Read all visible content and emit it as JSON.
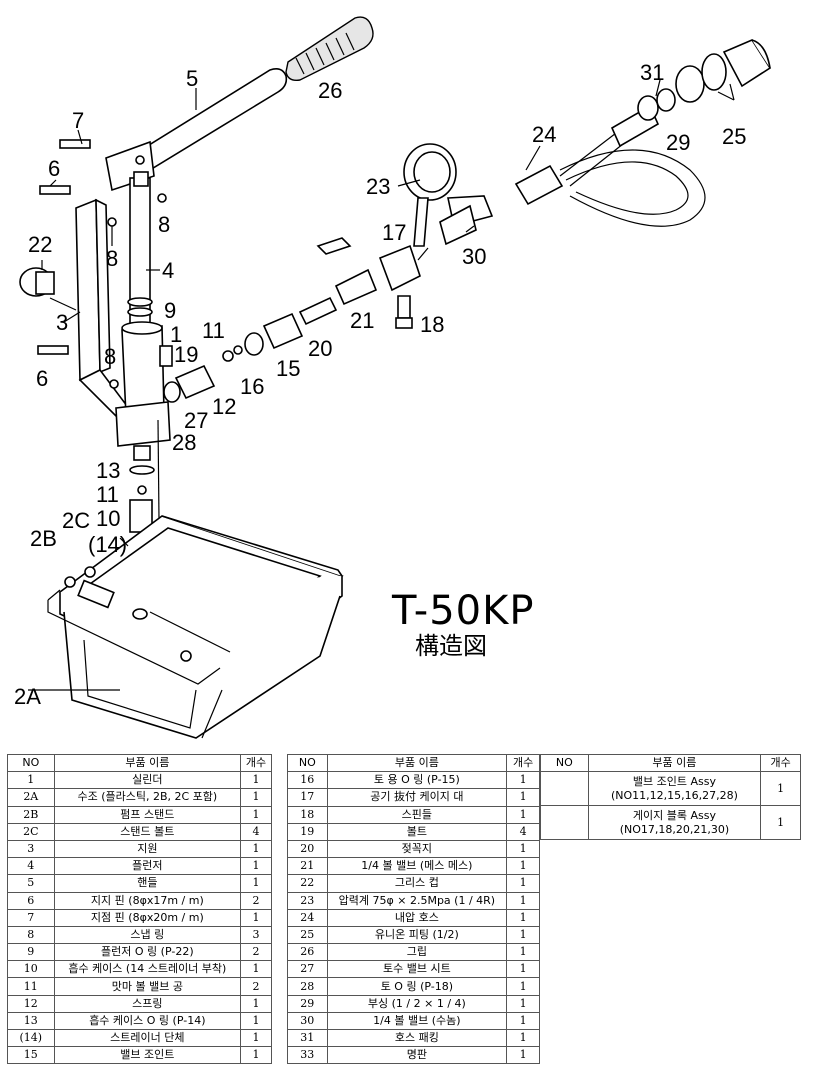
{
  "title": "T-50KP",
  "subtitle": "構造図",
  "callouts": [
    "5",
    "26",
    "7",
    "6",
    "8",
    "8",
    "22",
    "4",
    "9",
    "3",
    "1",
    "11",
    "19",
    "8",
    "6",
    "12",
    "16",
    "27",
    "28",
    "15",
    "20",
    "21",
    "18",
    "17",
    "23",
    "30",
    "24",
    "31",
    "29",
    "25",
    "13",
    "11",
    "10",
    "(14)",
    "2B",
    "2C",
    "2A"
  ],
  "table_headers": {
    "no": "NO",
    "name": "부품 이름",
    "qty": "개수"
  },
  "table1": [
    {
      "no": "1",
      "name": "실린더",
      "qty": "1"
    },
    {
      "no": "2A",
      "name": "수조 (플라스틱, 2B, 2C 포함)",
      "qty": "1"
    },
    {
      "no": "2B",
      "name": "펌프 스탠드",
      "qty": "1"
    },
    {
      "no": "2C",
      "name": "스탠드 볼트",
      "qty": "4"
    },
    {
      "no": "3",
      "name": "지원",
      "qty": "1"
    },
    {
      "no": "4",
      "name": "플런저",
      "qty": "1"
    },
    {
      "no": "5",
      "name": "핸들",
      "qty": "1"
    },
    {
      "no": "6",
      "name": "지지 핀 (8φx17m / m)",
      "qty": "2"
    },
    {
      "no": "7",
      "name": "지점 핀 (8φx20m / m)",
      "qty": "1"
    },
    {
      "no": "8",
      "name": "스냅 링",
      "qty": "3"
    },
    {
      "no": "9",
      "name": "플런저 O 링 (P-22)",
      "qty": "2"
    },
    {
      "no": "10",
      "name": "흡수 케이스 (14 스트레이너 부착)",
      "qty": "1"
    },
    {
      "no": "11",
      "name": "맛마 볼 밸브 공",
      "qty": "2"
    },
    {
      "no": "12",
      "name": "스프링",
      "qty": "1"
    },
    {
      "no": "13",
      "name": "흡수 케이스 O 링 (P-14)",
      "qty": "1"
    },
    {
      "no": "(14)",
      "name": "스트레이너 단체",
      "qty": "1"
    },
    {
      "no": "15",
      "name": "밸브 조인트",
      "qty": "1"
    }
  ],
  "table2": [
    {
      "no": "16",
      "name": "토 용 O 링 (P-15)",
      "qty": "1"
    },
    {
      "no": "17",
      "name": "공기 抜付 케이지 대",
      "qty": "1"
    },
    {
      "no": "18",
      "name": "스핀들",
      "qty": "1"
    },
    {
      "no": "19",
      "name": "볼트",
      "qty": "4"
    },
    {
      "no": "20",
      "name": "젖꼭지",
      "qty": "1"
    },
    {
      "no": "21",
      "name": "1/4 볼 밸브 (메스 메스)",
      "qty": "1"
    },
    {
      "no": "22",
      "name": "그리스 컵",
      "qty": "1"
    },
    {
      "no": "23",
      "name": "압력계 75φ × 2.5Mpa (1 / 4R)",
      "qty": "1"
    },
    {
      "no": "24",
      "name": "내압 호스",
      "qty": "1"
    },
    {
      "no": "25",
      "name": "유니온 피팅 (1/2)",
      "qty": "1"
    },
    {
      "no": "26",
      "name": "그립",
      "qty": "1"
    },
    {
      "no": "27",
      "name": "토수 밸브 시트",
      "qty": "1"
    },
    {
      "no": "28",
      "name": "토 O 링 (P-18)",
      "qty": "1"
    },
    {
      "no": "29",
      "name": "부싱 (1 / 2 × 1 / 4)",
      "qty": "1"
    },
    {
      "no": "30",
      "name": "1/4 볼 밸브 (수놈)",
      "qty": "1"
    },
    {
      "no": "31",
      "name": "호스 패킹",
      "qty": "1"
    },
    {
      "no": "33",
      "name": "명판",
      "qty": "1"
    }
  ],
  "table3": [
    {
      "no": "",
      "name1": "밸브 조인트 Assy",
      "name2": "(NO11,12,15,16,27,28)",
      "qty": "1"
    },
    {
      "no": "",
      "name1": "게이지 블록 Assy",
      "name2": "(NO17,18,20,21,30)",
      "qty": "1"
    }
  ]
}
